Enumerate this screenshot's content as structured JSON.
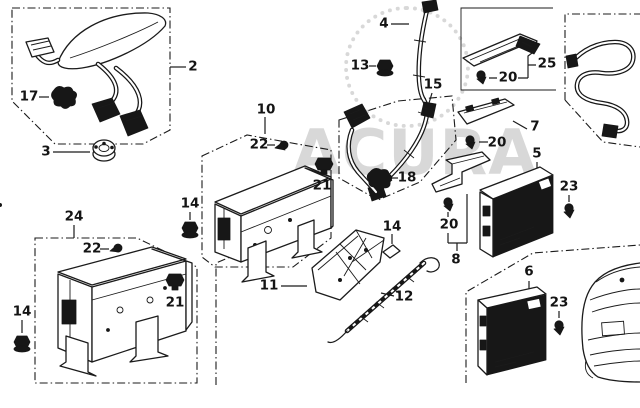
{
  "watermark": {
    "text": "ACURA"
  },
  "colors": {
    "background": "#ffffff",
    "line": "#1b1b1b",
    "watermark": "#9a9a9a"
  },
  "callouts": [
    {
      "text": "2"
    },
    {
      "text": "17"
    },
    {
      "text": "3"
    },
    {
      "text": "24"
    },
    {
      "text": "22"
    },
    {
      "text": "21"
    },
    {
      "text": "14"
    },
    {
      "text": "10"
    },
    {
      "text": "22"
    },
    {
      "text": "21"
    },
    {
      "text": "14"
    },
    {
      "text": "4"
    },
    {
      "text": "13"
    },
    {
      "text": "15"
    },
    {
      "text": "18"
    },
    {
      "text": "25"
    },
    {
      "text": "20"
    },
    {
      "text": "7"
    },
    {
      "text": "20"
    },
    {
      "text": "5"
    },
    {
      "text": "23"
    },
    {
      "text": "20"
    },
    {
      "text": "8"
    },
    {
      "text": "11"
    },
    {
      "text": "12"
    },
    {
      "text": "14"
    },
    {
      "text": "6"
    },
    {
      "text": "23"
    }
  ]
}
